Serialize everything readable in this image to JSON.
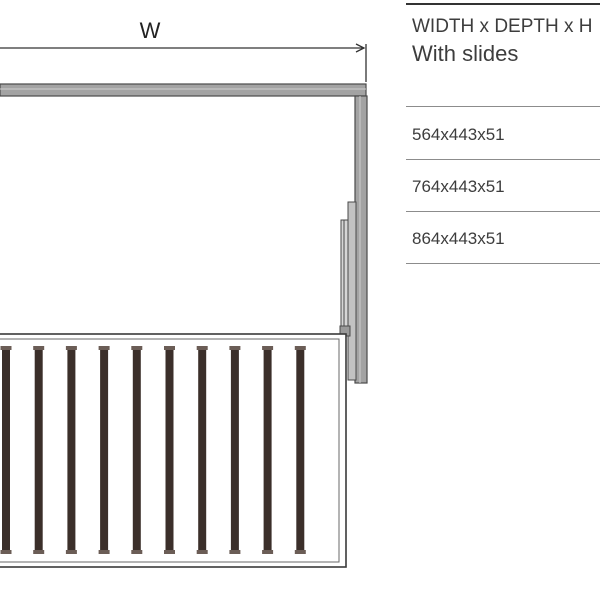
{
  "diagram": {
    "dimension_label": "W",
    "spec_table": {
      "header": "WIDTH x DEPTH x H",
      "subheader": "With slides",
      "rows": [
        "564x443x51",
        "764x443x51",
        "864x443x51"
      ]
    }
  },
  "colors": {
    "frame_gray": "#9a9a9a",
    "frame_edge": "#4a4a4a",
    "basket_bar": "#3b2f2a",
    "line": "#333333"
  }
}
